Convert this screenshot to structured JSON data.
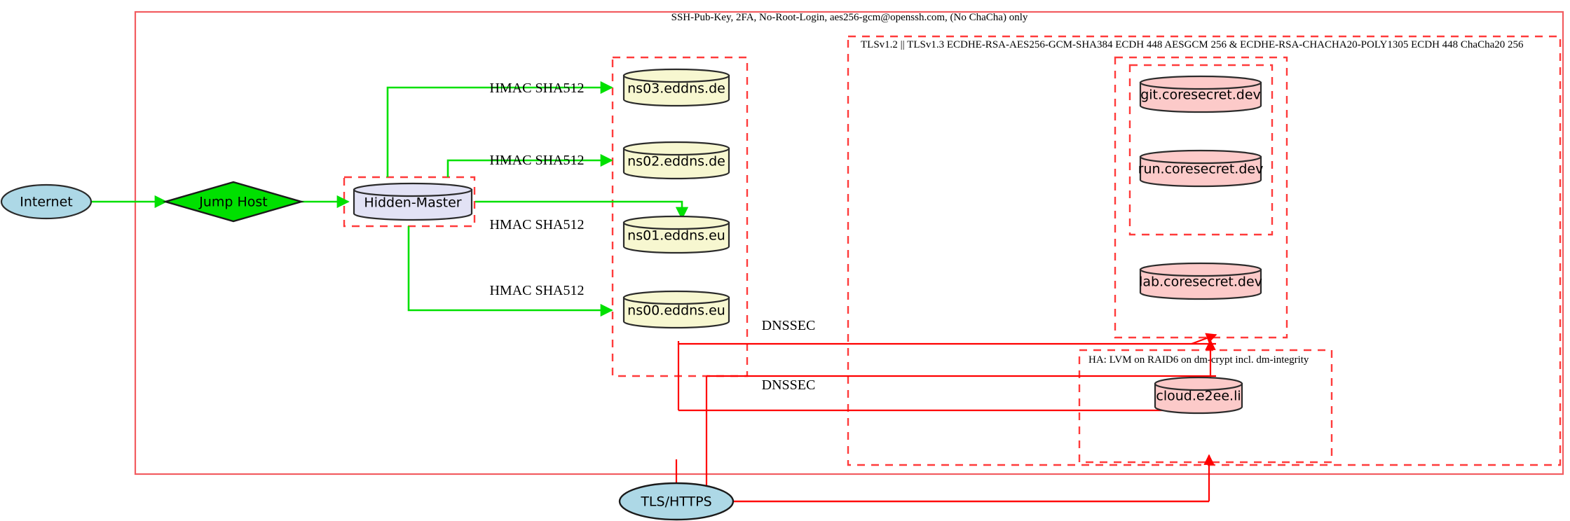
{
  "diagram": {
    "title_top": "SSH-Pub-Key, 2FA, No-Root-Login, aes256-gcm@openssh.com, (No ChaCha) only",
    "clusters": [
      {
        "id": "tls",
        "label": "TLSv1.2 || TLSv1.3 ECDHE-RSA-AES256-GCM-SHA384 ECDH 448 AESGCM 256 & ECDHE-RSA-CHACHA20-POLY1305 ECDH 448 ChaCha20 256"
      },
      {
        "id": "ha",
        "label": "HA: LVM on RAID6 on dm-crypt incl. dm-integrity"
      }
    ],
    "nodes": {
      "internet": {
        "label": "Internet",
        "shape": "ellipse",
        "fill": "#add8e6"
      },
      "jump_host": {
        "label": "Jump Host",
        "shape": "diamond",
        "fill": "#00e000"
      },
      "hidden_master": {
        "label": "Hidden-Master",
        "shape": "cylinder",
        "fill": "#e2e2f5"
      },
      "ns03": {
        "label": "ns03.eddns.de",
        "shape": "cylinder",
        "fill": "#f7f7d0"
      },
      "ns02": {
        "label": "ns02.eddns.de",
        "shape": "cylinder",
        "fill": "#f7f7d0"
      },
      "ns01": {
        "label": "ns01.eddns.eu",
        "shape": "cylinder",
        "fill": "#f7f7d0"
      },
      "ns00": {
        "label": "ns00.eddns.eu",
        "shape": "cylinder",
        "fill": "#f7f7d0"
      },
      "git": {
        "label": "git.coresecret.dev",
        "shape": "cylinder",
        "fill": "#fccac9"
      },
      "run": {
        "label": "run.coresecret.dev",
        "shape": "cylinder",
        "fill": "#fccac9"
      },
      "lab": {
        "label": "lab.coresecret.dev",
        "shape": "cylinder",
        "fill": "#fccac9"
      },
      "cloud": {
        "label": "cloud.e2ee.li",
        "shape": "cylinder",
        "fill": "#fccac9"
      },
      "tls_https": {
        "label": "TLS/HTTPS",
        "shape": "ellipse",
        "fill": "#add8e6"
      }
    },
    "edge_labels": {
      "hmac_ns03": "HMAC SHA512",
      "hmac_ns02": "HMAC SHA512",
      "hmac_ns01": "HMAC SHA512",
      "hmac_ns00": "HMAC SHA512",
      "dnssec_upper": "DNSSEC",
      "dnssec_lower": "DNSSEC"
    },
    "colors": {
      "boundary_red": "#f25c60",
      "cluster_red": "#ff3b3b",
      "edge_green": "#00e000",
      "edge_red": "#ff0000",
      "ellipse_blue": "#add8e6",
      "diamond_green": "#00e000",
      "db_yellow": "#f7f7d0",
      "db_pink": "#fccac9",
      "db_lavender": "#e2e2f5"
    }
  }
}
